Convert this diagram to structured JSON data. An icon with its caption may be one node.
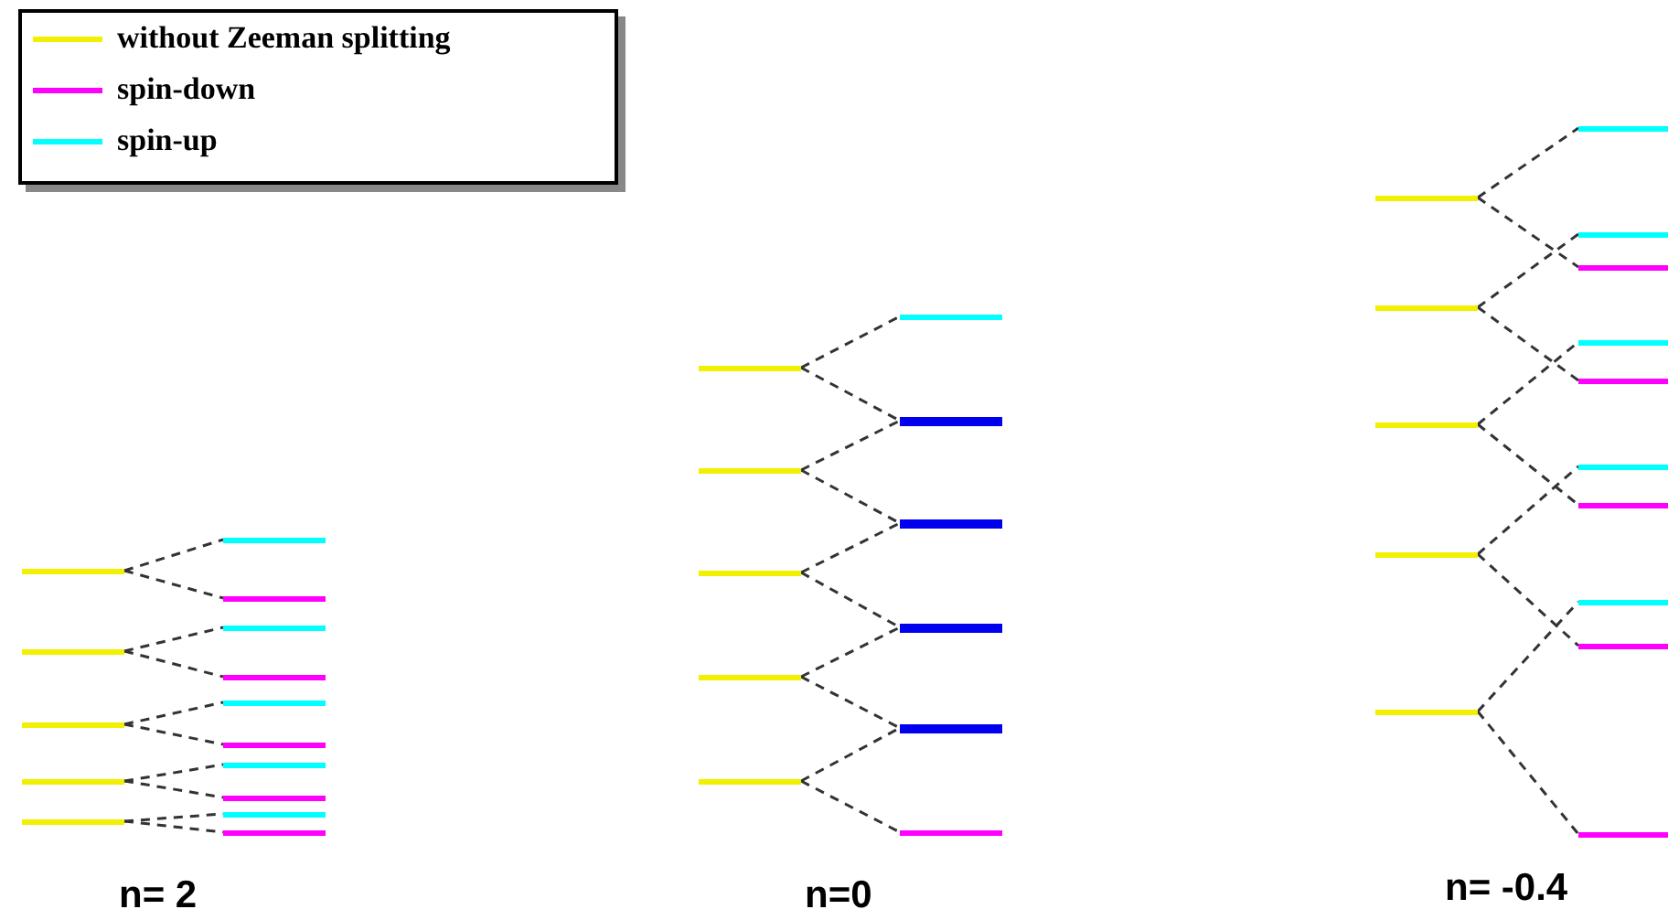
{
  "diagram": {
    "nodes": [
      {
        "text": [],
        "shape": "bar"
      },
      {
        "text": [],
        "shape": "bar"
      },
      {
        "text": [],
        "shape": "bar"
      },
      {
        "text": [],
        "shape": "bar"
      },
      {
        "text": [],
        "shape": "bar"
      },
      {
        "text": [],
        "shape": "bar"
      },
      {
        "text": [],
        "shape": "bar"
      },
      {
        "text": [],
        "shape": "bar"
      },
      {
        "text": [],
        "shape": "bar"
      },
      {
        "text": [],
        "shape": "bar"
      },
      {
        "text": [],
        "shape": "bar"
      },
      {
        "text": [],
        "shape": "bar"
      },
      {
        "text": [],
        "shape": "bar"
      },
      {
        "text": [],
        "shape": "bar"
      },
      {
        "text": [],
        "shape": "bar"
      },
      {
        "text": [],
        "shape": "bar"
      },
      {
        "text": [],
        "shape": "bar"
      },
      {
        "text": [],
        "shape": "bar"
      },
      {
        "text": [],
        "shape": "bar"
      },
      {
        "text": [],
        "shape": "bar"
      },
      {
        "text": [],
        "shape": "bar"
      },
      {
        "text": [],
        "shape": "bar"
      },
      {
        "text": [],
        "shape": "bar"
      },
      {
        "text": [],
        "shape": "bar"
      },
      {
        "text": [],
        "shape": "bar"
      },
      {
        "text": [],
        "shape": "bar"
      },
      {
        "text": [],
        "shape": "bar"
      },
      {
        "text": [],
        "shape": "bar"
      },
      {
        "text": [],
        "shape": "bar"
      },
      {
        "text": [],
        "shape": "bar"
      },
      {
        "text": [],
        "shape": "bar"
      },
      {
        "text": [],
        "shape": "bar"
      },
      {
        "text": [],
        "shape": "bar"
      },
      {
        "text": [],
        "shape": "bar"
      },
      {
        "text": [],
        "shape": "bar"
      },
      {
        "text": [],
        "shape": "bar"
      },
      {
        "text": [],
        "shape": "bar"
      },
      {
        "text": [],
        "shape": "bar"
      },
      {
        "text": [],
        "shape": "bar"
      },
      {
        "text": [],
        "shape": "bar"
      },
      {
        "text": [],
        "shape": "bar"
      }
    ],
    "edges": [
      {
        "from": 0,
        "to": 5,
        "arrow": "none",
        "style": "dashed"
      },
      {
        "from": 0,
        "to": 6,
        "arrow": "none",
        "style": "dashed"
      },
      {
        "from": 1,
        "to": 7,
        "arrow": "none",
        "style": "dashed"
      },
      {
        "from": 1,
        "to": 8,
        "arrow": "none",
        "style": "dashed"
      },
      {
        "from": 2,
        "to": 9,
        "arrow": "none",
        "style": "dashed"
      },
      {
        "from": 2,
        "to": 10,
        "arrow": "none",
        "style": "dashed"
      },
      {
        "from": 3,
        "to": 11,
        "arrow": "none",
        "style": "dashed"
      },
      {
        "from": 3,
        "to": 12,
        "arrow": "none",
        "style": "dashed"
      },
      {
        "from": 4,
        "to": 13,
        "arrow": "none",
        "style": "dashed"
      },
      {
        "from": 4,
        "to": 14,
        "arrow": "none",
        "style": "dashed"
      },
      {
        "from": 15,
        "to": 20,
        "arrow": "none",
        "style": "dashed"
      },
      {
        "from": 15,
        "to": 21,
        "arrow": "none",
        "style": "dashed"
      },
      {
        "from": 16,
        "to": 21,
        "arrow": "none",
        "style": "dashed"
      },
      {
        "from": 16,
        "to": 22,
        "arrow": "none",
        "style": "dashed"
      },
      {
        "from": 17,
        "to": 22,
        "arrow": "none",
        "style": "dashed"
      },
      {
        "from": 17,
        "to": 23,
        "arrow": "none",
        "style": "dashed"
      },
      {
        "from": 18,
        "to": 23,
        "arrow": "none",
        "style": "dashed"
      },
      {
        "from": 18,
        "to": 24,
        "arrow": "none",
        "style": "dashed"
      },
      {
        "from": 19,
        "to": 24,
        "arrow": "none",
        "style": "dashed"
      },
      {
        "from": 19,
        "to": 25,
        "arrow": "none",
        "style": "dashed"
      },
      {
        "from": 26,
        "to": 31,
        "arrow": "none",
        "style": "dashed"
      },
      {
        "from": 26,
        "to": 33,
        "arrow": "none",
        "style": "dashed"
      },
      {
        "from": 27,
        "to": 32,
        "arrow": "none",
        "style": "dashed"
      },
      {
        "from": 27,
        "to": 35,
        "arrow": "none",
        "style": "dashed"
      },
      {
        "from": 28,
        "to": 34,
        "arrow": "none",
        "style": "dashed"
      },
      {
        "from": 28,
        "to": 37,
        "arrow": "none",
        "style": "dashed"
      },
      {
        "from": 29,
        "to": 36,
        "arrow": "none",
        "style": "dashed"
      },
      {
        "from": 29,
        "to": 39,
        "arrow": "none",
        "style": "dashed"
      },
      {
        "from": 30,
        "to": 38,
        "arrow": "none",
        "style": "dashed"
      },
      {
        "from": 30,
        "to": 40,
        "arrow": "none",
        "style": "dashed"
      }
    ],
    "labels": [
      "n= 2",
      "n=0",
      "n= -0.4"
    ],
    "legend": [
      {
        "text": "without Zeeman splitting",
        "color": "#f0f000"
      },
      {
        "text": "spin-down",
        "color": "#ff00ff"
      },
      {
        "text": "spin-up",
        "color": "#00ffff"
      }
    ]
  }
}
